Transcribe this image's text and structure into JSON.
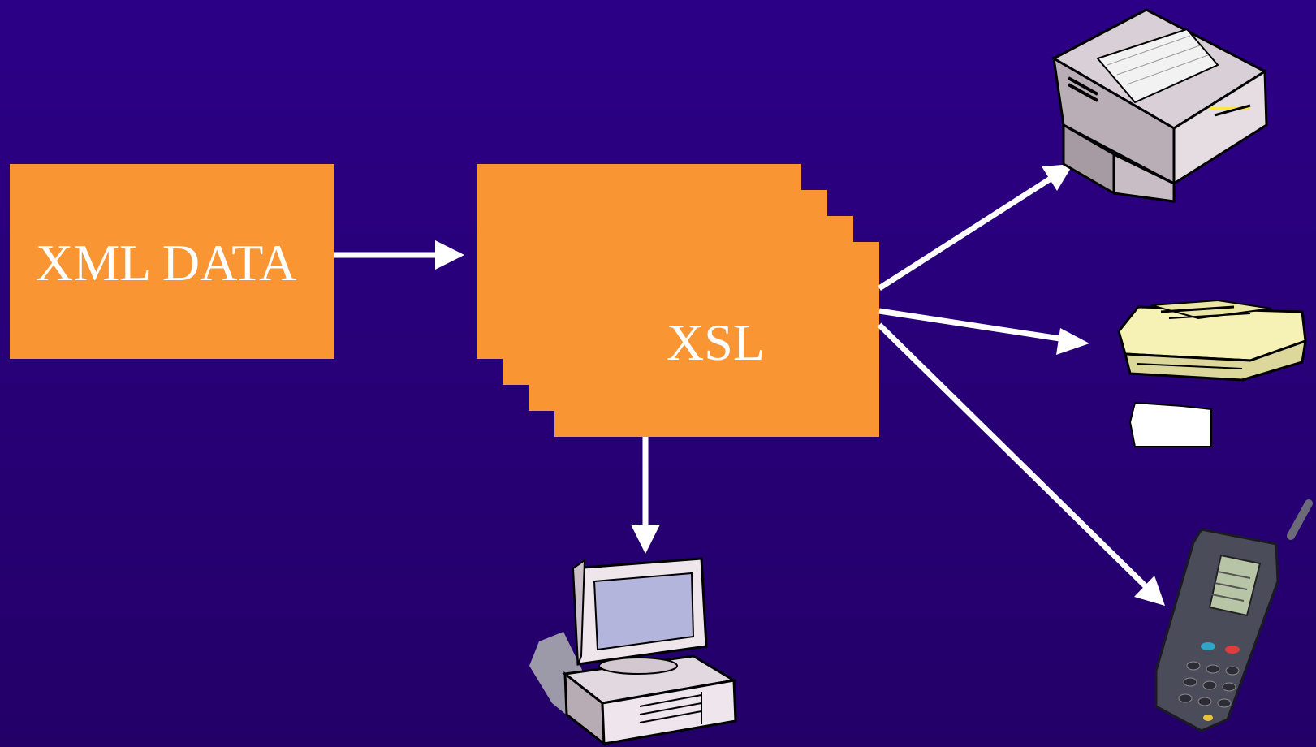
{
  "colors": {
    "background": "#2c0086",
    "box_fill": "#fa9534",
    "arrow": "#ffffff",
    "label_text": "#ffffff"
  },
  "source_box": {
    "label": "XML DATA"
  },
  "stylesheet_stack": {
    "label": "XSL",
    "layers": 4
  },
  "outputs": [
    {
      "icon": "desktop-computer-icon"
    },
    {
      "icon": "laser-printer-icon"
    },
    {
      "icon": "fax-machine-icon"
    },
    {
      "icon": "mobile-phone-icon"
    }
  ]
}
